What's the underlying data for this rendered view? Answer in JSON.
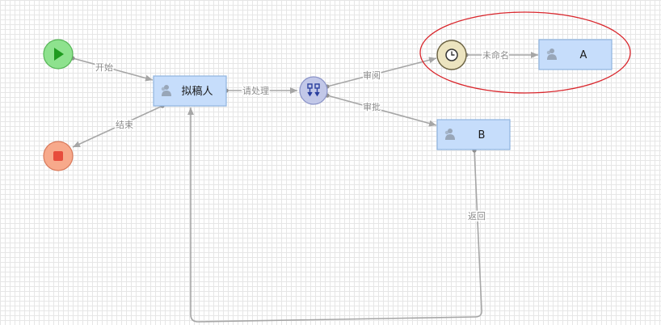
{
  "nodes": {
    "start": {
      "type": "start-event",
      "color": "#8ee28e"
    },
    "end": {
      "type": "end-event",
      "color": "#f7a98b"
    },
    "drafter": {
      "type": "task",
      "label": "拟稿人"
    },
    "gateway": {
      "type": "parallel-gateway",
      "icon": "flow-split-icon"
    },
    "timer": {
      "type": "timer-event",
      "icon": "clock-icon"
    },
    "task_a": {
      "type": "task",
      "label": "A"
    },
    "task_b": {
      "type": "task",
      "label": "B"
    }
  },
  "edges": {
    "start_to_drafter": {
      "label": "开始"
    },
    "drafter_to_end": {
      "label": "结束"
    },
    "drafter_to_gateway": {
      "label": "请处理"
    },
    "gateway_to_timer": {
      "label": "审阅"
    },
    "gateway_to_b": {
      "label": "审批"
    },
    "timer_to_a": {
      "label": "未命名"
    },
    "b_to_drafter": {
      "label": "返回"
    }
  },
  "colors": {
    "task_fill": "#c6ddfb",
    "edge": "#a6a6a6",
    "highlight_ellipse": "#d9262c"
  }
}
